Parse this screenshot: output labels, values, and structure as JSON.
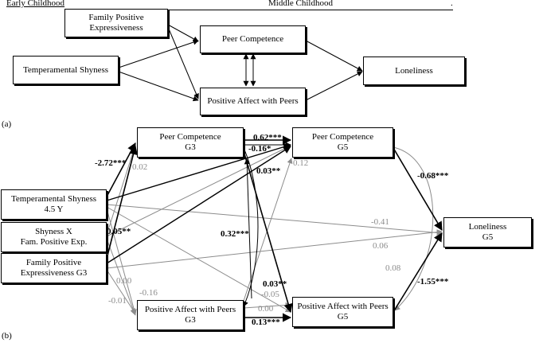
{
  "header": {
    "early": "Early Childhood",
    "middle": "Middle Childhood",
    "period": "."
  },
  "panel_a": {
    "label": "(a)",
    "nodes": {
      "fpe": [
        "Family Positive",
        "Expressiveness"
      ],
      "pc": [
        "Peer Competence"
      ],
      "ts": [
        "Temperamental Shyness"
      ],
      "lon": [
        "Loneliness"
      ],
      "pa": [
        "Positive Affect with Peers"
      ]
    }
  },
  "panel_b": {
    "label": "(b)",
    "nodes": {
      "pc3": [
        "Peer Competence",
        "G3"
      ],
      "pc5": [
        "Peer Competence",
        "G5"
      ],
      "ts": [
        "Temperamental Shyness",
        "4.5 Y"
      ],
      "sx": [
        "Shyness X",
        "Fam. Positive Exp."
      ],
      "fpe": [
        "Family Positive",
        "Expressiveness G3"
      ],
      "lon": [
        "Loneliness",
        "G5"
      ],
      "pa3": [
        "Positive Affect with Peers",
        "G3"
      ],
      "pa5": [
        "Positive Affect with Peers",
        "G5"
      ]
    },
    "coefficients": {
      "ts_pc3": "-2.72***",
      "sx_pc3": "0.02",
      "pc3_pc5": "0.62***",
      "pc3_pc5_b": "-0.16*",
      "fpe_pc5": "0.03**",
      "sx_pc5": "0.12",
      "pc5_lon": "-0.68***",
      "ts_lon": "-0.41",
      "fpe_lon": "0.06",
      "sx_a": "0.05**",
      "pc3_pa5": "0.32***",
      "pa3_lon": "0.08",
      "pc3_pa5_b": "0.03**",
      "pa5_lon": "-1.55***",
      "ts_pa5": "-0.05",
      "fpe_pa3": "0.00",
      "fpe_pa3_b": "-0.16",
      "ts_pa3": "-0.01",
      "pa3_pa5_a": "0.00",
      "pa3_pa5": "0.13***"
    }
  },
  "colors": {
    "strong": "#000000",
    "weak": "#8c8c8c"
  }
}
